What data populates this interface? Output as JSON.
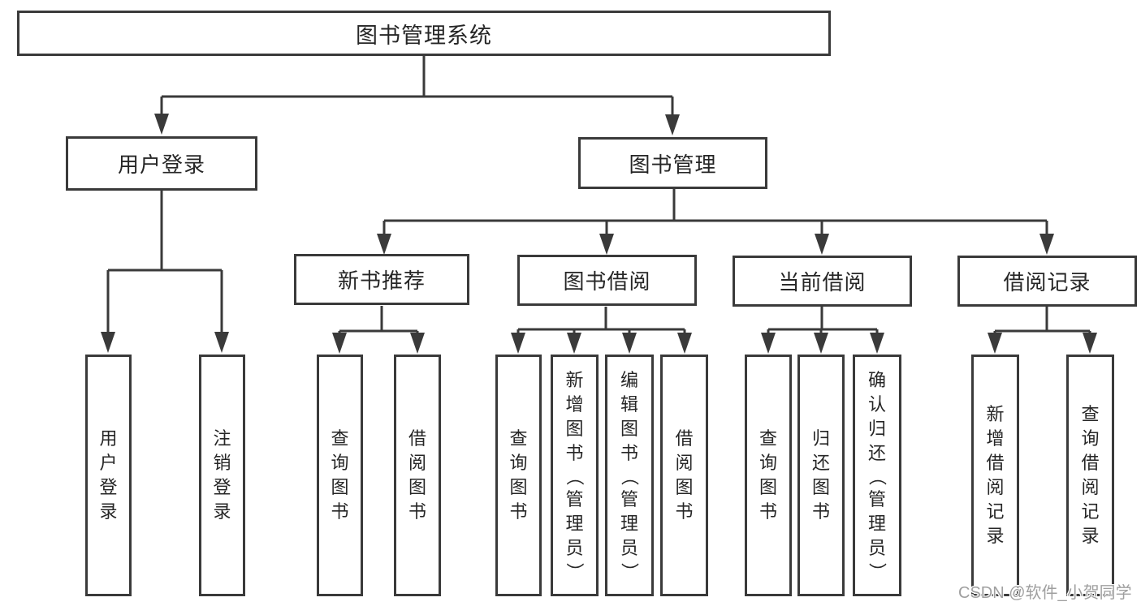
{
  "diagram": {
    "tree": {
      "label": "图书管理系统",
      "children": [
        {
          "label": "用户登录",
          "children": [
            {
              "label": "用户登录"
            },
            {
              "label": "注销登录"
            }
          ]
        },
        {
          "label": "图书管理",
          "children": [
            {
              "label": "新书推荐",
              "children": [
                {
                  "label": "查询图书"
                },
                {
                  "label": "借阅图书"
                }
              ]
            },
            {
              "label": "图书借阅",
              "children": [
                {
                  "label": "查询图书"
                },
                {
                  "label": "新增图书（管理员）"
                },
                {
                  "label": "编辑图书（管理员）"
                },
                {
                  "label": "借阅图书"
                }
              ]
            },
            {
              "label": "当前借阅",
              "children": [
                {
                  "label": "查询图书"
                },
                {
                  "label": "归还图书"
                },
                {
                  "label": "确认归还（管理员）"
                }
              ]
            },
            {
              "label": "借阅记录",
              "children": [
                {
                  "label": "新增借阅记录"
                },
                {
                  "label": "查询借阅记录"
                }
              ]
            }
          ]
        }
      ]
    },
    "line_color": "#3a3a3a"
  },
  "watermark": {
    "text": "CSDN @软件_小贺同学"
  }
}
